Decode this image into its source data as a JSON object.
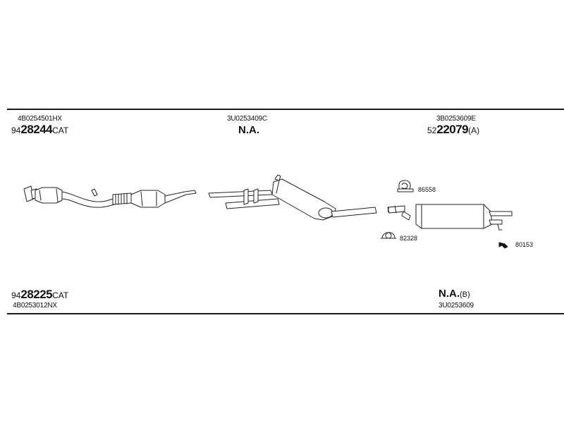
{
  "top_row": {
    "left": {
      "small": "4B0254501HX",
      "pre": "94",
      "mid": "28244",
      "suf": "CAT"
    },
    "center": {
      "small": "3U0253409C",
      "na": "N.A."
    },
    "right": {
      "small": "3B0253609E",
      "pre": "52",
      "mid": "22079",
      "suf": "(A)"
    }
  },
  "bottom_row": {
    "left": {
      "pre": "94",
      "mid": "28225",
      "suf": "CAT",
      "small": "4B0253012NX"
    },
    "right": {
      "na": "N.A.",
      "suf": "(B)",
      "small": "3U0253609"
    }
  },
  "parts": {
    "clamp": "86558",
    "gasket": "82328",
    "hanger": "80153"
  }
}
